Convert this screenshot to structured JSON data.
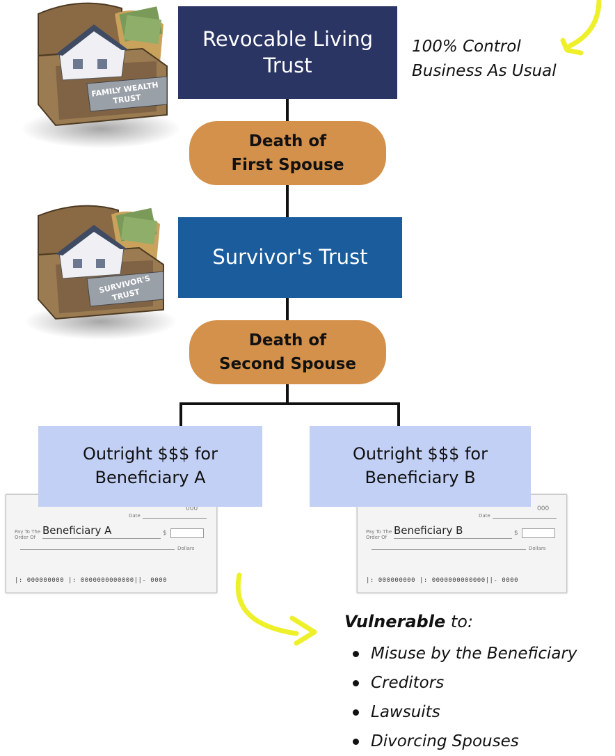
{
  "trust_top": {
    "title": "Revocable Living Trust"
  },
  "note_top": {
    "line1": "100% Control",
    "line2": "Business As Usual"
  },
  "event_first": {
    "line1": "Death of",
    "line2": "First Spouse"
  },
  "survivor": {
    "title": "Survivor's Trust"
  },
  "event_second": {
    "line1": "Death of",
    "line2": "Second Spouse"
  },
  "beneficiary_a": {
    "line1": "Outright $$$ for",
    "line2": "Beneficiary A"
  },
  "beneficiary_b": {
    "line1": "Outright $$$ for",
    "line2": "Beneficiary B"
  },
  "check_a": {
    "payee": "Beneficiary A",
    "number": "000",
    "date_label": "Date",
    "pay_label": "Pay To The Order Of",
    "currency": "$",
    "dollars_label": "Dollars",
    "micr": "|: 000000000 |: 0000000000000||- 0000"
  },
  "check_b": {
    "payee": "Beneficiary B",
    "number": "000",
    "date_label": "Date",
    "pay_label": "Pay To The Order Of",
    "currency": "$",
    "dollars_label": "Dollars",
    "micr": "|: 000000000 |: 0000000000000||- 0000"
  },
  "chest_top": {
    "label_line1": "FAMILY WEALTH",
    "label_line2": "TRUST"
  },
  "chest_mid": {
    "label_line1": "SURVIVOR'S",
    "label_line2": "TRUST"
  },
  "vulnerable": {
    "heading_bold": "Vulnerable",
    "heading_rest": " to:",
    "items": [
      "Misuse by the Beneficiary",
      "Creditors",
      "Lawsuits",
      "Divorcing Spouses"
    ]
  },
  "colors": {
    "revocable_box": "#2b3564",
    "survivor_box": "#1a5c9c",
    "event_pill": "#d4914b",
    "beneficiary_box": "#c3d0f5",
    "arrow": "#eef02a"
  }
}
